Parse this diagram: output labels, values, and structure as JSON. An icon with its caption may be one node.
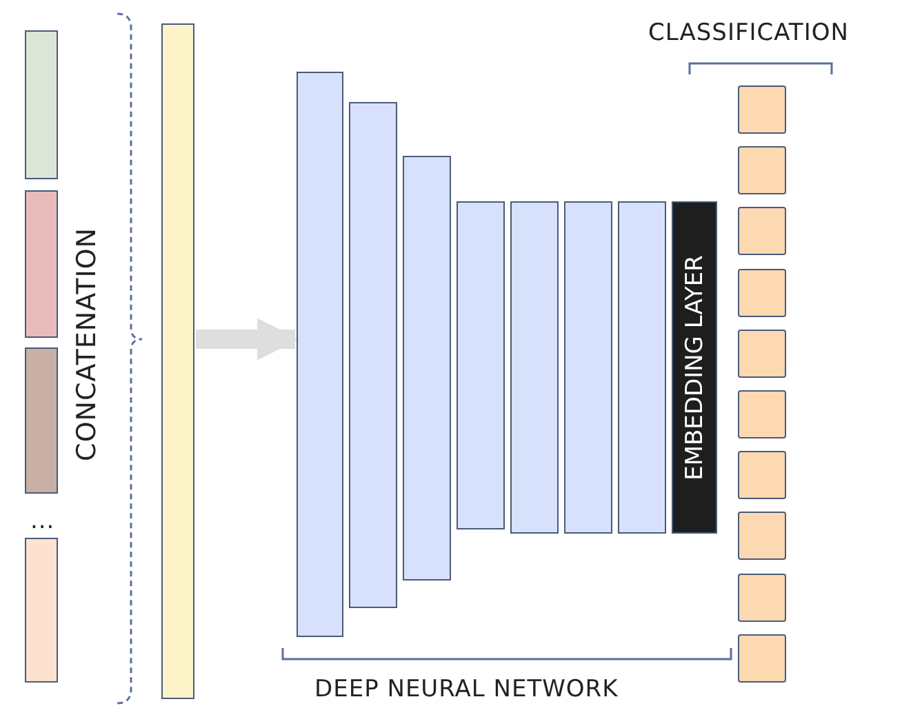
{
  "diagram": {
    "nodes": [
      {
        "text": [],
        "shape": "bar"
      },
      {
        "text": [],
        "shape": "bar"
      },
      {
        "text": [],
        "shape": "bar"
      },
      {
        "text": [],
        "shape": "bar"
      },
      {
        "text": [],
        "shape": "bar"
      },
      {
        "text": [],
        "shape": "bar"
      },
      {
        "text": [],
        "shape": "bar"
      },
      {
        "text": [],
        "shape": "bar"
      },
      {
        "text": [],
        "shape": "bar"
      },
      {
        "text": [],
        "shape": "bar"
      },
      {
        "text": [],
        "shape": "bar"
      },
      {
        "text": [],
        "shape": "bar"
      },
      {
        "text": [
          "EMBEDDING LAYER"
        ]
      },
      {
        "text": [],
        "shape": "box"
      },
      {
        "text": [],
        "shape": "box"
      },
      {
        "text": [],
        "shape": "box"
      },
      {
        "text": [],
        "shape": "box"
      },
      {
        "text": [],
        "shape": "box"
      },
      {
        "text": [],
        "shape": "box"
      },
      {
        "text": [],
        "shape": "box"
      },
      {
        "text": [],
        "shape": "box"
      },
      {
        "text": [],
        "shape": "box"
      },
      {
        "text": [],
        "shape": "box"
      }
    ],
    "edges": [
      {
        "from": 4,
        "to": 5,
        "arrow": "to"
      }
    ],
    "labels": [
      "CLASSIFICATION",
      "CONCATENATION",
      "...",
      "DEEP NEURAL NETWORK"
    ]
  }
}
